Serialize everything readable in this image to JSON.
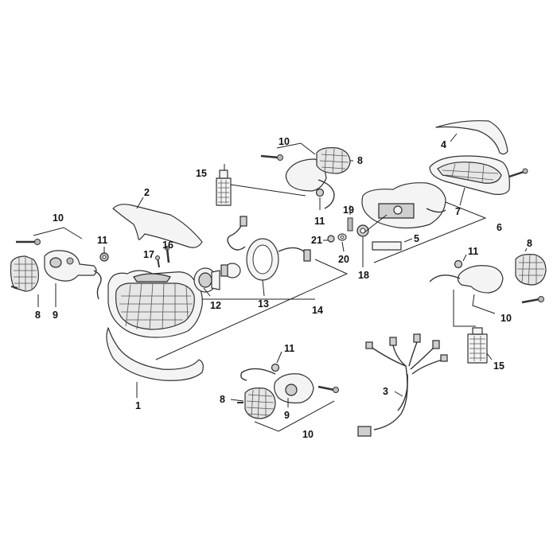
{
  "callouts": {
    "c1": "1",
    "c2": "2",
    "c3": "3",
    "c4": "4",
    "c5": "5",
    "c6": "6",
    "c7": "7",
    "c8a": "8",
    "c8b": "8",
    "c8c": "8",
    "c8d": "8",
    "c9a": "9",
    "c9b": "9",
    "c10a": "10",
    "c10b": "10",
    "c10c": "10",
    "c10d": "10",
    "c11a": "11",
    "c11b": "11",
    "c11c": "11",
    "c11d": "11",
    "c12": "12",
    "c13": "13",
    "c14": "14",
    "c15a": "15",
    "c15b": "15",
    "c16": "16",
    "c17": "17",
    "c18": "18",
    "c19": "19",
    "c20": "20",
    "c21": "21"
  }
}
